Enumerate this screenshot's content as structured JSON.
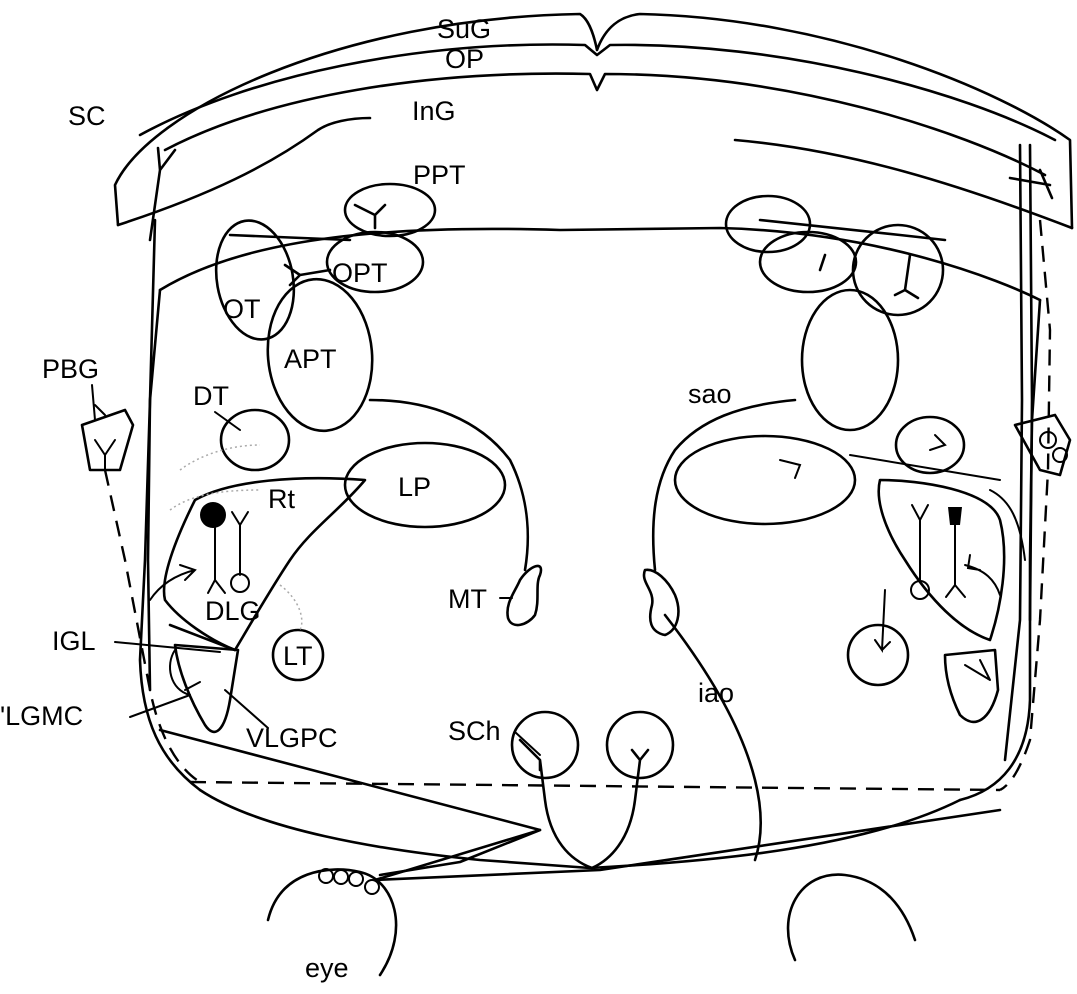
{
  "labels": {
    "sug": "SuG",
    "op": "OP",
    "ing": "InG",
    "sc": "SC",
    "ppt": "PPT",
    "opt": "OPT",
    "ot": "OT",
    "apt": "APT",
    "pbg": "PBG",
    "dt": "DT",
    "sao": "sao",
    "rt": "Rt",
    "lp": "LP",
    "mt": "MT",
    "dlg": "DLG",
    "igl": "IGL",
    "lt": "LT",
    "lgmc": "'LGMC",
    "vlgpc": "VLGPC",
    "sch": "SCh",
    "iao": "iao",
    "eye": "eye"
  }
}
